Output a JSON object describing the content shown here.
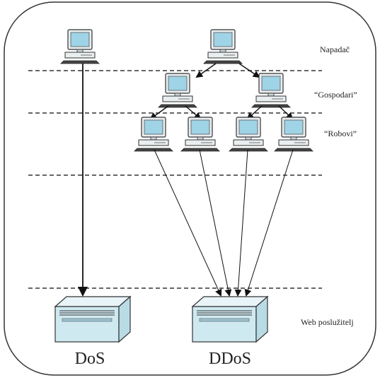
{
  "layers": {
    "attacker": "Napadač",
    "masters": "“Gospodari”",
    "robots": "“Robovi”",
    "server": "Web poslužitelj"
  },
  "captions": {
    "dos": "DoS",
    "ddos": "DDoS"
  },
  "colors": {
    "screen": "#9fd3e6",
    "device_fill": "#e9eef0",
    "server_fill": "#cfe9f1",
    "line": "#222222",
    "border": "#333333"
  },
  "icons": {
    "computer": "desktop-computer-icon",
    "server": "web-server-icon"
  }
}
